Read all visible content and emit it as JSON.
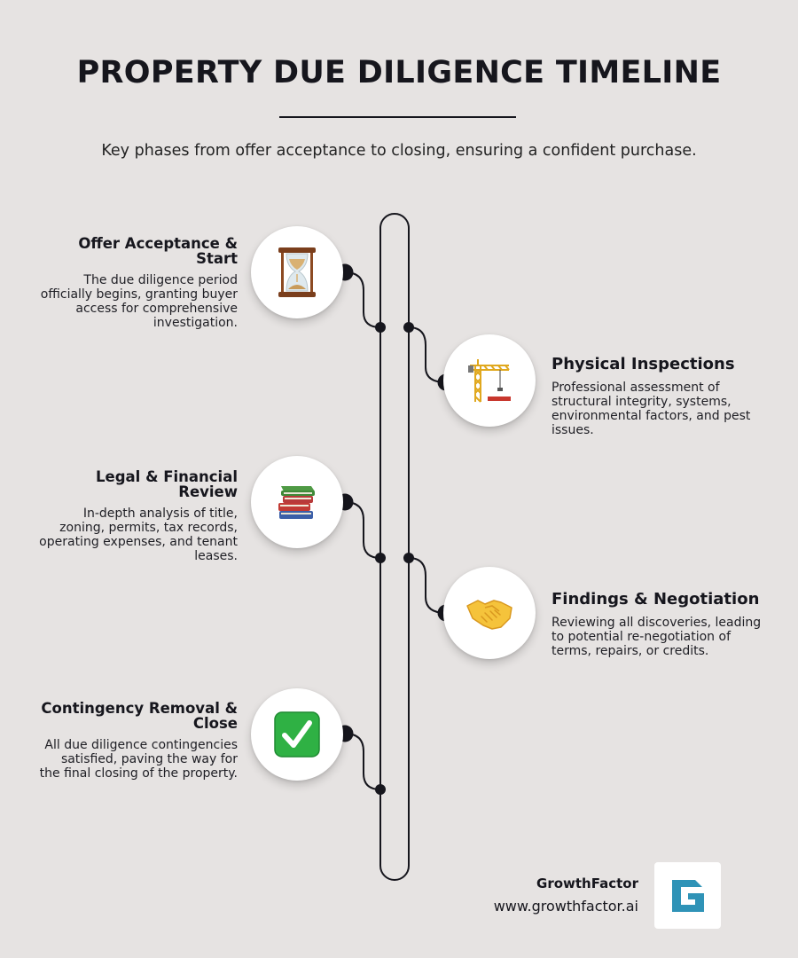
{
  "header": {
    "title": "PROPERTY DUE DILIGENCE TIMELINE",
    "subtitle": "Key phases from offer acceptance to closing, ensuring a confident purchase."
  },
  "steps": [
    {
      "title": "Offer Acceptance & Start",
      "description": "The due diligence period officially begins, granting buyer access for comprehensive investigation.",
      "icon": "hourglass-icon",
      "side": "left"
    },
    {
      "title": "Physical Inspections",
      "description": "Professional assessment of structural integrity, systems, environmental factors, and pest issues.",
      "icon": "construction-crane-icon",
      "side": "right"
    },
    {
      "title": "Legal & Financial Review",
      "description": "In-depth analysis of title, zoning, permits, tax records, operating expenses, and tenant leases.",
      "icon": "books-icon",
      "side": "left"
    },
    {
      "title": "Findings & Negotiation",
      "description": "Reviewing all discoveries, leading to potential re-negotiation of terms, repairs, or credits.",
      "icon": "handshake-icon",
      "side": "right"
    },
    {
      "title": "Contingency Removal & Close",
      "description": "All due diligence contingencies satisfied, paving the way for the final closing of the property.",
      "icon": "check-mark-icon",
      "side": "left"
    }
  ],
  "footer": {
    "brand": "GrowthFactor",
    "url": "www.growthfactor.ai"
  },
  "colors": {
    "background": "#e6e3e2",
    "ink": "#16161d",
    "brand": "#2f93b7",
    "check": "#2fb144"
  }
}
